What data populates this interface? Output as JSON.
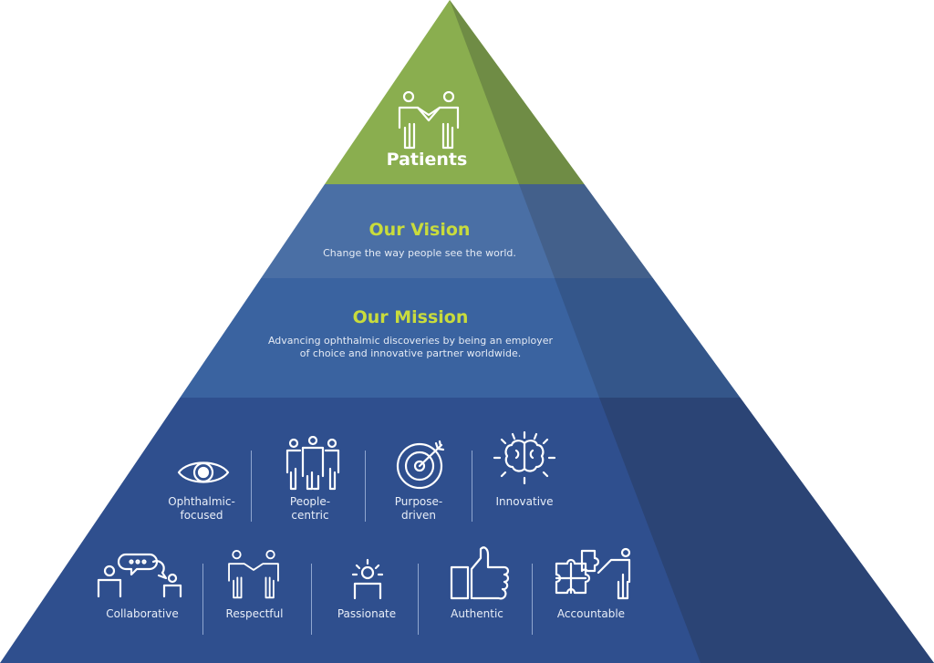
{
  "colors": {
    "green": "#8aae4f",
    "green_shade": "#6f8c45",
    "vision": "#4a6fa5",
    "vision_shade": "#43608b",
    "mission": "#3a63a0",
    "mission_shade": "#34568a",
    "values": "#2f4f8e",
    "values_shade": "#2b4475",
    "heading": "#c9dc3c"
  },
  "patients": {
    "label": "Patients",
    "icon": "handshake-people-icon"
  },
  "vision": {
    "title": "Our Vision",
    "text": "Change the way people see the world."
  },
  "mission": {
    "title": "Our Mission",
    "line1": "Advancing ophthalmic discoveries by being an employer",
    "line2": "of choice and innovative partner worldwide."
  },
  "values_row1": [
    {
      "l1": "Ophthalmic-",
      "l2": "focused",
      "icon": "eye-icon"
    },
    {
      "l1": "People-",
      "l2": "centric",
      "icon": "group-icon"
    },
    {
      "l1": "Purpose-",
      "l2": "driven",
      "icon": "target-icon"
    },
    {
      "l1": "Innovative",
      "l2": "",
      "icon": "brain-icon"
    }
  ],
  "values_row2": [
    {
      "l1": "Collaborative",
      "icon": "chat-people-icon"
    },
    {
      "l1": "Respectful",
      "icon": "handshake-icon"
    },
    {
      "l1": "Passionate",
      "icon": "bright-person-icon"
    },
    {
      "l1": "Authentic",
      "icon": "thumbs-up-icon"
    },
    {
      "l1": "Accountable",
      "icon": "puzzle-person-icon"
    }
  ]
}
